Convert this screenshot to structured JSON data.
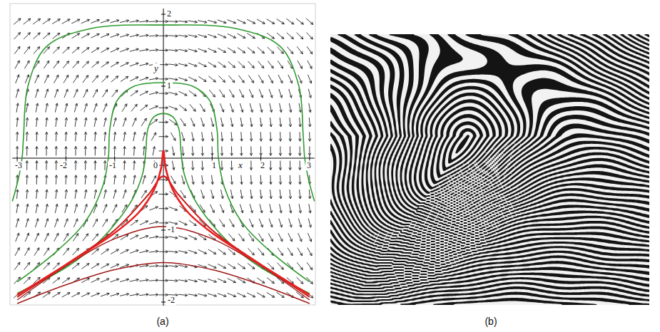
{
  "diagram": {
    "labels": [
      "-3",
      "-2",
      "-1",
      "0",
      "1",
      "2",
      "3",
      "2",
      "1",
      "-1",
      "-2",
      "x",
      "y",
      "(a)",
      "(b)"
    ]
  }
}
